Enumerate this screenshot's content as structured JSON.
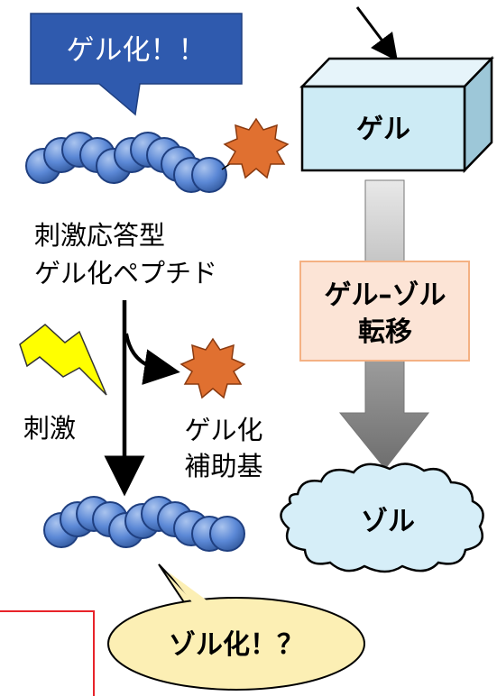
{
  "speech_top": "ゲル化！！",
  "speech_bottom": "ゾル化！？",
  "gel_label": "ゲル",
  "transition_label_line1": "ゲル–ゾル",
  "transition_label_line2": "転移",
  "sol_label": "ゾル",
  "peptide_label_line1": "刺激応答型",
  "peptide_label_line2": "ゲル化ペプチド",
  "stimulus_label": "刺激",
  "aux_label_line1": "ゲル化",
  "aux_label_line2": "補助基",
  "colors": {
    "bubble_blue": "#2F5AAE",
    "bead_blue": "#5B88D6",
    "star_orange": "#E07030",
    "gel_box": "#CDEBF5",
    "transition_box": "#FCE4D6",
    "transition_border": "#F4B183",
    "cloud": "#D6EEF8",
    "bubble_yellow": "#FCEFB4",
    "bolt": "#FFFF00",
    "red_box": "#E8232A"
  }
}
